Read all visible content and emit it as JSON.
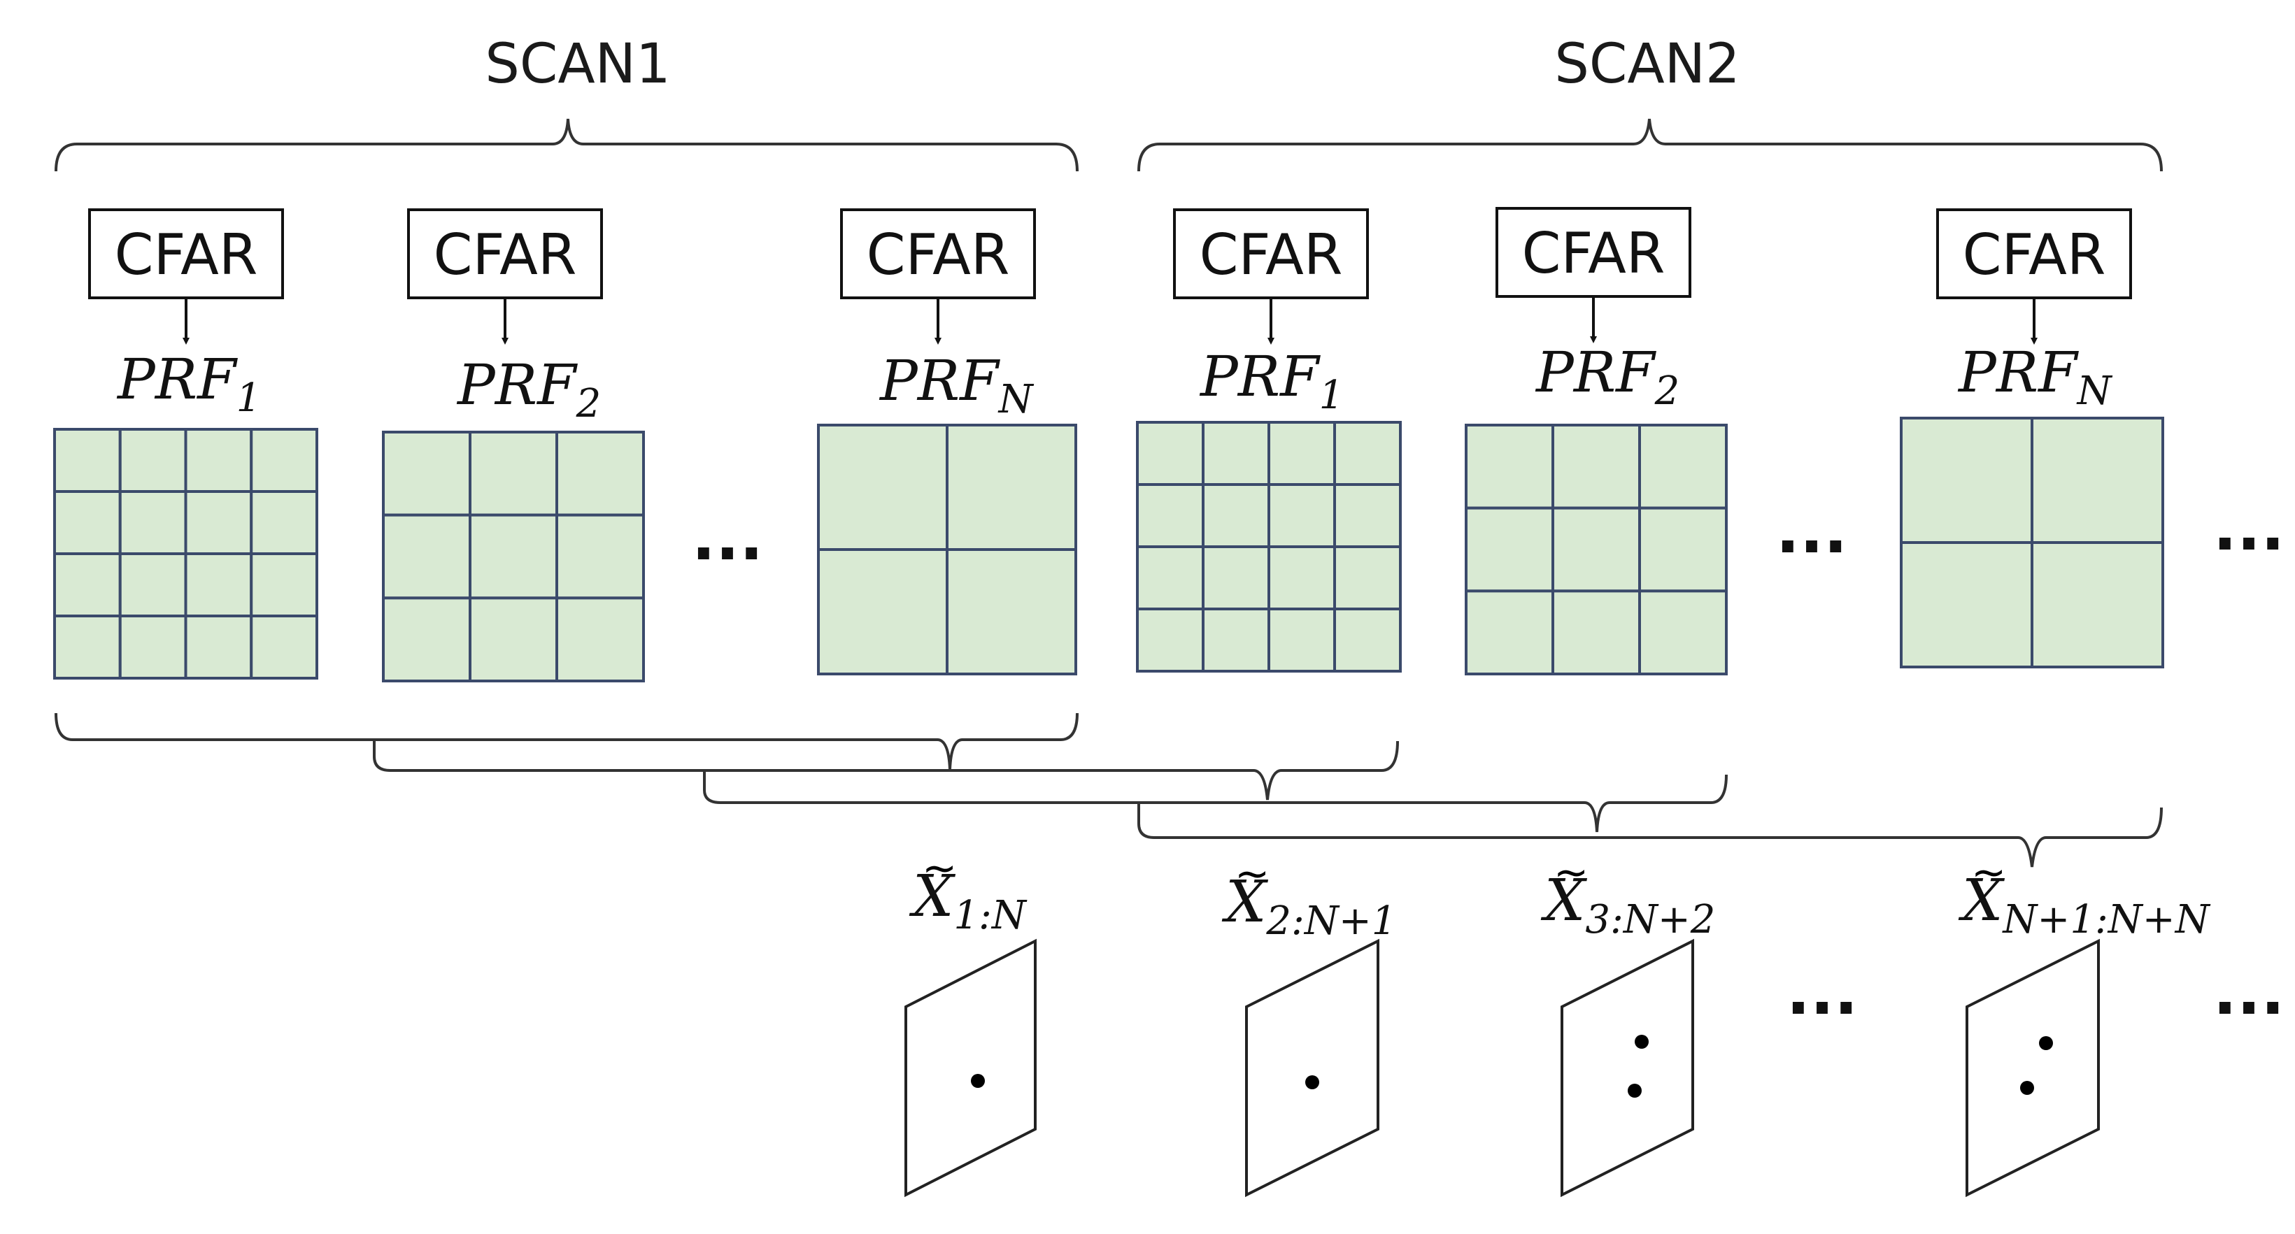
{
  "scans": [
    {
      "label": "SCAN1",
      "blocks": [
        {
          "cfar": "CFAR",
          "prf": "PRF",
          "sub": "1",
          "grid": 4
        },
        {
          "cfar": "CFAR",
          "prf": "PRF",
          "sub": "2",
          "grid": 3
        },
        {
          "cfar": "CFAR",
          "prf": "PRF",
          "sub": "N",
          "grid": 2
        }
      ],
      "ellipsis": "..."
    },
    {
      "label": "SCAN2",
      "blocks": [
        {
          "cfar": "CFAR",
          "prf": "PRF",
          "sub": "1",
          "grid": 4
        },
        {
          "cfar": "CFAR",
          "prf": "PRF",
          "sub": "2",
          "grid": 3
        },
        {
          "cfar": "CFAR",
          "prf": "PRF",
          "sub": "N",
          "grid": 2
        }
      ],
      "ellipsis": "..."
    }
  ],
  "trailing_ellipsis": "...",
  "outputs": [
    {
      "base": "X",
      "sub": "1:N",
      "dots": 1
    },
    {
      "base": "X",
      "sub": "2:N+1",
      "dots": 1
    },
    {
      "base": "X",
      "sub": "3:N+2",
      "dots": 2
    },
    {
      "base": "X",
      "sub": "N+1:N+N",
      "dots": 2
    }
  ],
  "outputs_ellipsis": "...",
  "outputs_trailing_ellipsis": "...",
  "colors": {
    "cell_fill": "#d9ead3",
    "cell_stroke": "#3b4a6b",
    "line": "#333333"
  }
}
